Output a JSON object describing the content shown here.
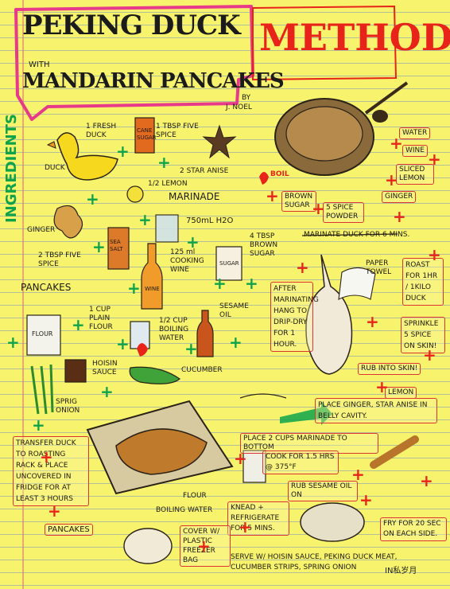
{
  "colors": {
    "paper": "#f7f36d",
    "red_accent": "#e8241a",
    "green_accent": "#0ea34a",
    "ink": "#1d1a14",
    "pink_frame": "#e83a8a"
  },
  "title": {
    "line1": "PEKING DUCK",
    "with": "WITH",
    "line2": "MANDARIN PANCAKES",
    "by": "BY",
    "author": "J. NOEL",
    "method": "METHOD"
  },
  "ingredients_heading": "INGREDIENTS",
  "ingredients": {
    "fresh_duck": "1 FRESH DUCK",
    "duck_label": "DUCK",
    "cane_sugar": "CANE SUGAR",
    "five_spice_tbsp": "1 TBSP FIVE SPICE",
    "star_anise": "2 STAR ANISE",
    "lemon_half": "1/2 LEMON",
    "marinade": "MARINADE",
    "ginger": "GINGER",
    "water": "750mL H2O",
    "sea_salt": "SEA SALT",
    "brown_sugar": "4 TBSP BROWN SUGAR",
    "sugar_box": "SUGAR",
    "five_spice_2tbsp": "2 TBSP FIVE SPICE",
    "cooking_wine": "125 ml COOKING WINE",
    "wine_bottle": "WINE",
    "pancakes_heading": "PANCAKES",
    "flour_cup": "1 CUP PLAIN FLOUR",
    "flour_bag": "FLOUR",
    "boiling_water": "1/2 CUP BOILING WATER",
    "sesame_oil": "SESAME OIL",
    "hoisin": "HOISIN SAUCE",
    "cucumber": "CUCUMBER",
    "spring_onion": "SPRIG ONION"
  },
  "method": {
    "water": "WATER",
    "wine": "WINE",
    "sliced_lemon": "SLICED LEMON",
    "ginger": "GINGER",
    "boil": "BOIL",
    "brown_sugar": "BROWN SUGAR",
    "five_spice_powder": "5 SPICE POWDER",
    "marinate": "MARINATE DUCK FOR 6 MINS.",
    "paper_towel": "PAPER TOWEL",
    "after_marinating": "AFTER MARINATING HANG TO DRIP-DRY FOR 1 HOUR.",
    "roast": "ROAST FOR 1HR / 1KILO DUCK",
    "sprinkle": "SPRINKLE 5 SPICE ON SKIN!",
    "rub": "RUB INTO SKIN!",
    "lemon": "LEMON",
    "place_ginger": "PLACE GINGER, STAR ANISE IN BELLY CAVITY.",
    "transfer": "TRANSFER DUCK TO ROASTING RACK & PLACE UNCOVERED IN FRIDGE FOR AT LEAST 3 HOURS",
    "place_marinade": "PLACE 2 CUPS MARINADE TO BOTTOM",
    "cook": "COOK FOR 1.5 HRS @ 375°F",
    "rub_sesame": "RUB SESAME OIL ON",
    "pancakes": "PANCAKES",
    "flour": "FLOUR",
    "boiling_water": "BOILING WATER",
    "knead": "KNEAD + REFRIGERATE FOR 5 MINS.",
    "cover": "COVER W/ PLASTIC FREEZER BAG",
    "fry": "FRY FOR 20 SEC ON EACH SIDE.",
    "serve": "SERVE W/ HOISIN SAUCE, PEKING DUCK MEAT, CUCUMBER STRIPS, SPRING ONION"
  },
  "watermark": "IN私岁月"
}
